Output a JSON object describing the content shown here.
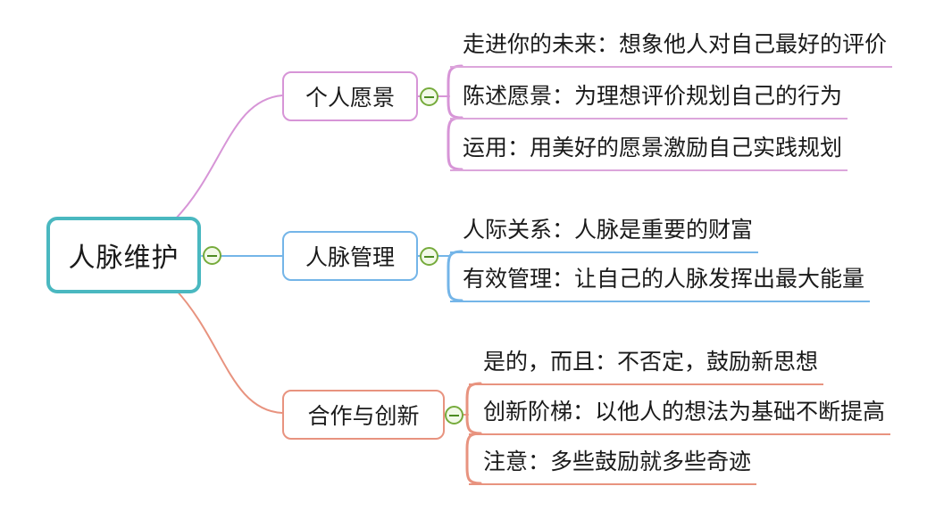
{
  "app": {
    "type": "mind-map",
    "background": "#FFFFFF"
  },
  "root": {
    "label": "人脉维护",
    "color": "#4AB8C0"
  },
  "collapse_icon": {
    "state": "expanded",
    "glyph": "minus",
    "border_color": "#76AB3C",
    "fill_color": "#F2F9E8",
    "line_color": "#4D8B22"
  },
  "branches": [
    {
      "label": "个人愿景",
      "color": "#D795D7",
      "underline_color": "#DCA6DB",
      "children": [
        "走进你的未来：想象他人对自己最好的评价",
        "陈述愿景：为理想评价规划自己的行为",
        "运用：用美好的愿景激励自己实践规划"
      ]
    },
    {
      "label": "人脉管理",
      "color": "#74B5E8",
      "underline_color": "#74B5E8",
      "children": [
        "人际关系：人脉是重要的财富",
        "有效管理：让自己的人脉发挥出最大能量"
      ]
    },
    {
      "label": "合作与创新",
      "color": "#E8937F",
      "underline_color": "#E8937F",
      "children": [
        "是的，而且：不否定，鼓励新思想",
        "创新阶梯：以他人的想法为基础不断提高",
        "注意：多些鼓励就多些奇迹"
      ]
    }
  ]
}
